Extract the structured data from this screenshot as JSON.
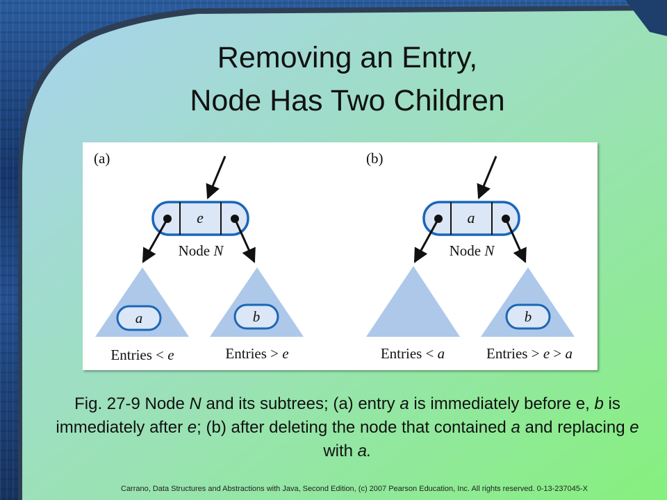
{
  "title_line1": "Removing an Entry,",
  "title_line2": "Node Has Two Children",
  "figure": {
    "panel_a": {
      "tag": "(a)",
      "node_entry": "e",
      "node_label_text": "Node ",
      "node_label_var": "N",
      "left_entry": "a",
      "right_entry": "b",
      "left_caption_text": "Entries < ",
      "left_caption_var": "e",
      "right_caption_text": "Entries > ",
      "right_caption_var": "e"
    },
    "panel_b": {
      "tag": "(b)",
      "node_entry": "a",
      "node_label_text": "Node ",
      "node_label_var": "N",
      "right_entry": "b",
      "left_caption_text": "Entries < ",
      "left_caption_var": "a",
      "right_caption_text": "Entries > ",
      "right_caption_var1": "e",
      "right_caption_mid": " > ",
      "right_caption_var2": "a"
    }
  },
  "caption": {
    "p1": "Fig. 27-9 Node ",
    "v1": "N",
    "p2": " and its subtrees; (a) entry ",
    "v2": "a",
    "p3": " is immediately before e, ",
    "v3": "b",
    "p4": " is immediately after ",
    "v4": "e",
    "p5": "; (b) after deleting the node that contained ",
    "v5": "a",
    "p6": " and replacing ",
    "v6": "e",
    "p7": " with ",
    "v7": "a.",
    "p8": ""
  },
  "credit": "Carrano, Data Structures and Abstractions with Java, Second Edition, (c) 2007 Pearson Education, Inc. All rights reserved. 0-13-237045-X",
  "colors": {
    "node_fill": "#dbe6f6",
    "subtree_fill": "#aec8ea",
    "panel_gradient_start": "#a9d3ee",
    "panel_gradient_end": "#86f07e"
  }
}
